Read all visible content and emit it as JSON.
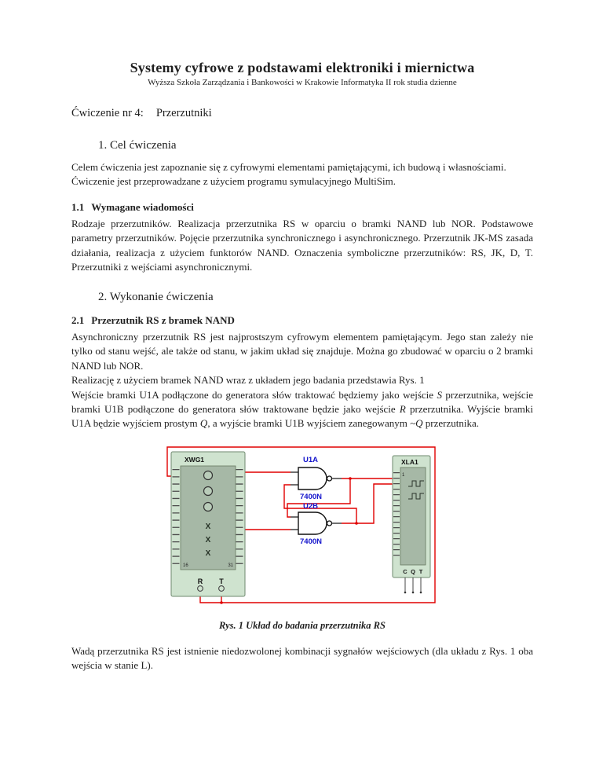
{
  "doc": {
    "title": "Systemy cyfrowe z podstawami elektroniki i miernictwa",
    "subtitle": "Wyższa Szkoła Zarządzania i Bankowości w Krakowie Informatyka II rok studia dzienne",
    "exercise_label": "Ćwiczenie nr 4:",
    "exercise_title": "Przerzutniki"
  },
  "section1": {
    "heading": "1. Cel ćwiczenia",
    "para1": "Celem ćwiczenia jest zapoznanie się z cyfrowymi elementami pamiętającymi, ich budową i własnościami.",
    "para2": "Ćwiczenie jest przeprowadzane z użyciem programu symulacyjnego MultiSim.",
    "sub": {
      "number": "1.1",
      "title": "Wymagane wiadomości",
      "para": "Rodzaje przerzutników. Realizacja przerzutnika RS w oparciu o bramki NAND lub NOR. Podstawowe parametry przerzutników. Pojęcie przerzutnika synchronicznego i asynchronicznego. Przerzutnik JK-MS zasada działania, realizacja z użyciem funktorów NAND. Oznaczenia symboliczne przerzutników: RS, JK, D, T. Przerzutniki z wejściami asynchronicznymi."
    }
  },
  "section2": {
    "heading": "2. Wykonanie ćwiczenia",
    "sub": {
      "number": "2.1",
      "title": "Przerzutnik RS z bramek NAND",
      "para1": "Asynchroniczny przerzutnik RS jest najprostszym cyfrowym elementem pamiętającym. Jego stan zależy nie tylko od stanu wejść, ale także od stanu, w jakim układ się znajduje. Można go zbudować w oparciu o 2 bramki NAND lub NOR.",
      "para2": "Realizację z użyciem bramek NAND wraz z układem jego badania przedstawia Rys. 1",
      "para3": {
        "s1": "Wejście bramki U1A podłączone do generatora słów traktować będziemy jako wejście ",
        "i1": "S",
        "s2": " przerzutnika, wejście bramki U1B podłączone do generatora słów traktowane będzie jako wejście ",
        "i2": "R",
        "s3": " przerzutnika. Wyjście bramki U1A będzie wyjściem prostym ",
        "i3": "Q",
        "s4": ", a wyjście bramki U1B wyjściem zanegowanym ",
        "i4": "~Q",
        "s5": " przerzutnika."
      },
      "para_after_figure": "Wadą przerzutnika RS jest istnienie niedozwolonej kombinacji sygnałów wejściowych (dla układu z Rys. 1 oba wejścia w stanie L)."
    }
  },
  "figure": {
    "caption": "Rys. 1 Układ do badania przerzutnika RS",
    "circuit": {
      "wire_color": "#e00000",
      "label_color": "#1414cc",
      "instrument_fill": "#cfe3cf",
      "instrument_face": "#a6b8a6",
      "xwg1": {
        "label": "XWG1",
        "x_mark": "X",
        "pin_num_left": "16",
        "pin_num_right": "31",
        "terminals": [
          "R",
          "T"
        ]
      },
      "gates": [
        {
          "name": "U1A",
          "part": "7400N"
        },
        {
          "name": "U2B",
          "part": "7400N"
        }
      ],
      "xla1": {
        "label": "XLA1",
        "top_pin_num": "1",
        "terminals": [
          "C",
          "Q",
          "T"
        ]
      }
    }
  }
}
